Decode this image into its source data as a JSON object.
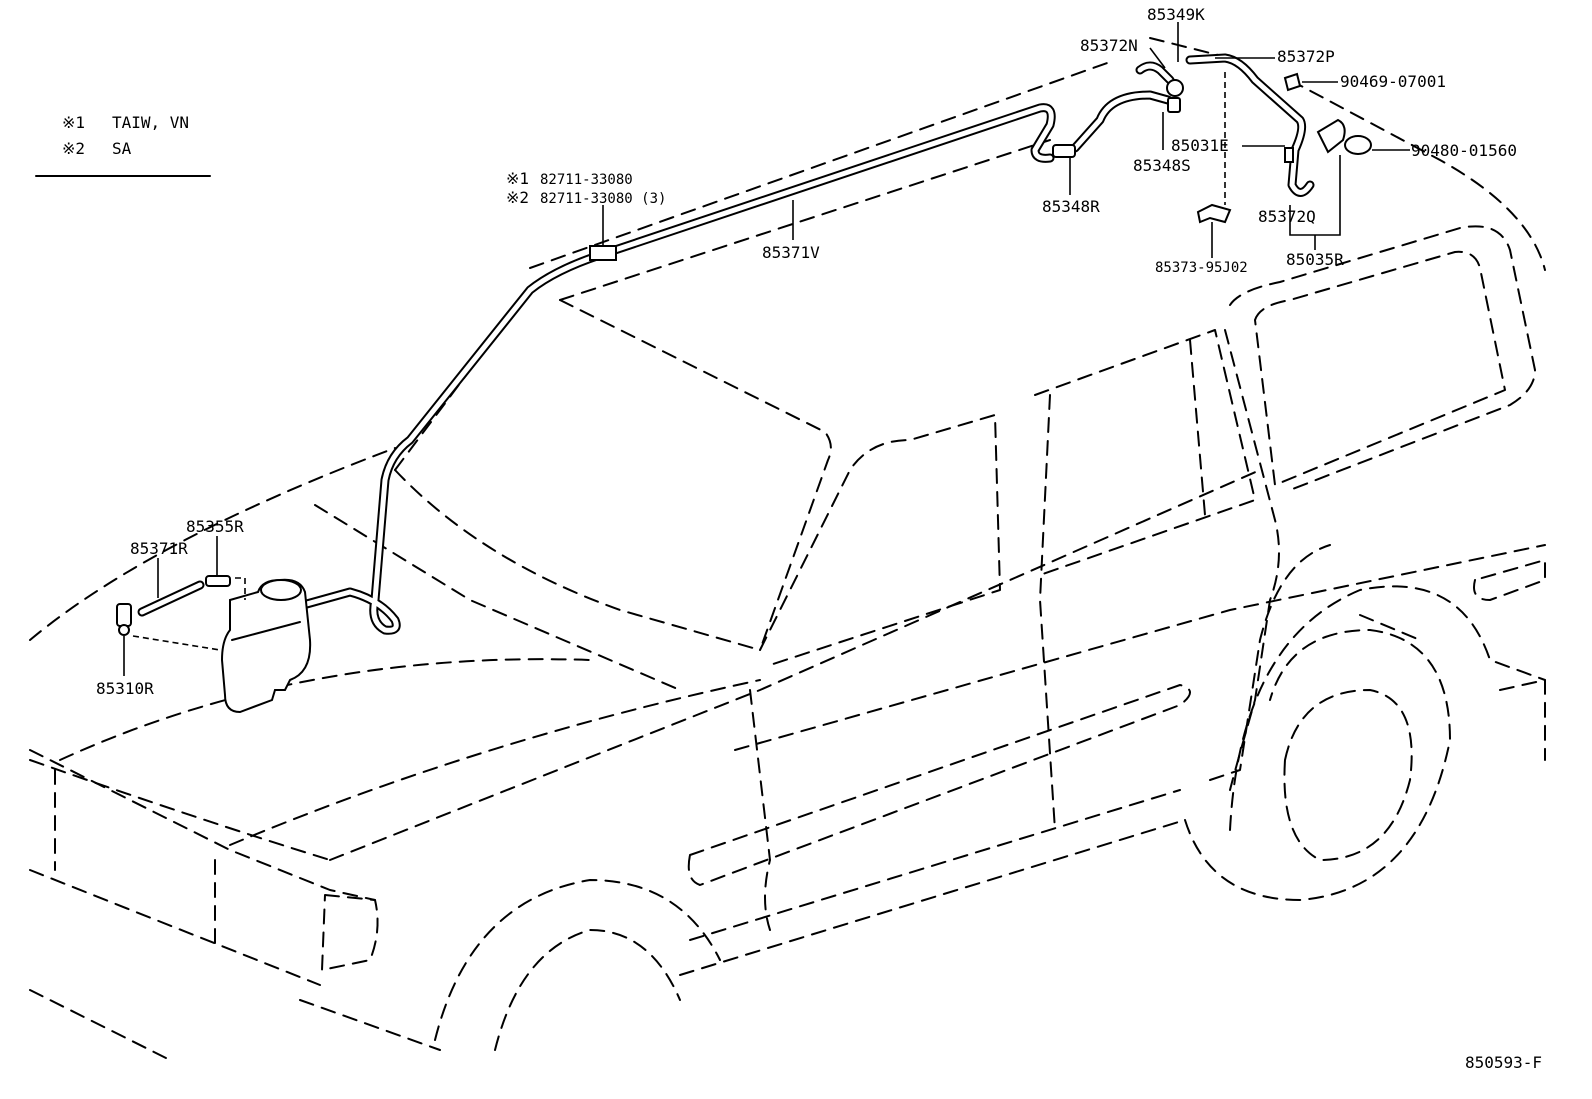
{
  "legend": {
    "line1_mark": "※1",
    "line1_text": "TAIW, VN",
    "line2_mark": "※2",
    "line2_text": "SA"
  },
  "parts": {
    "p85349K": "85349K",
    "p85372N": "85372N",
    "p85372P": "85372P",
    "p90469": "90469-07001",
    "p85031E": "85031E",
    "p90480": "90480-01560",
    "p85348S": "85348S",
    "p85348R": "85348R",
    "p85372Q": "85372Q",
    "p85373": "85373-95J02",
    "p85035R": "85035R",
    "p85371V": "85371V",
    "p82711_a_mark": "※1",
    "p82711_a": "82711-33080",
    "p82711_b_mark": "※2",
    "p82711_b": "82711-33080 (3)",
    "p85355R": "85355R",
    "p85371R": "85371R",
    "p85310R": "85310R"
  },
  "diagram_id": "850593-F"
}
